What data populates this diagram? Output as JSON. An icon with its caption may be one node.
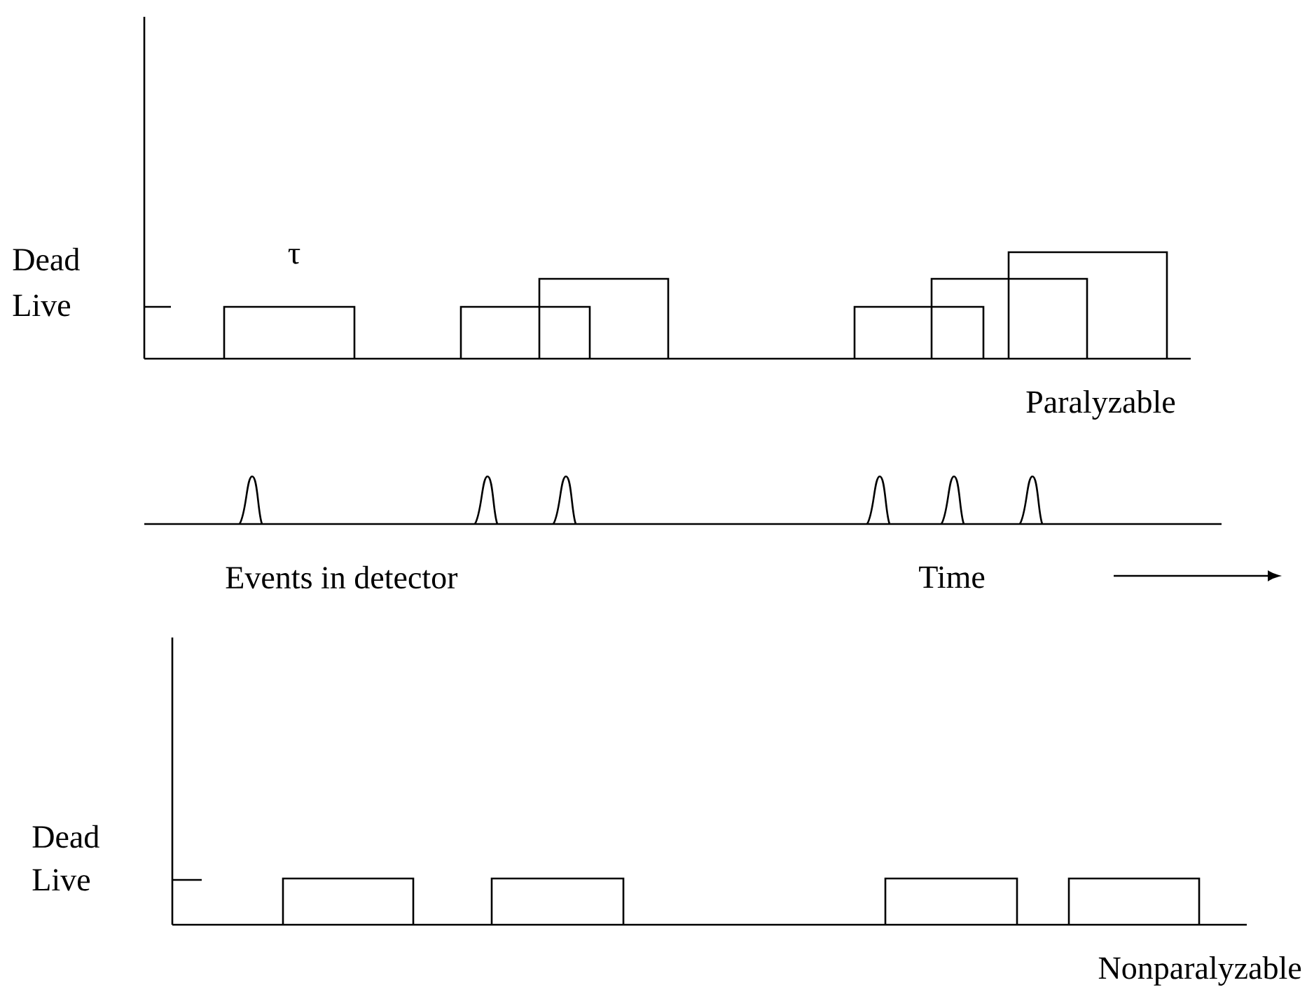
{
  "diagram": {
    "labels": [
      "Dead",
      "Live",
      "τ",
      "Paralyzable",
      "Events in detector",
      "Time",
      "Dead",
      "Live",
      "Nonparalyzable"
    ]
  }
}
